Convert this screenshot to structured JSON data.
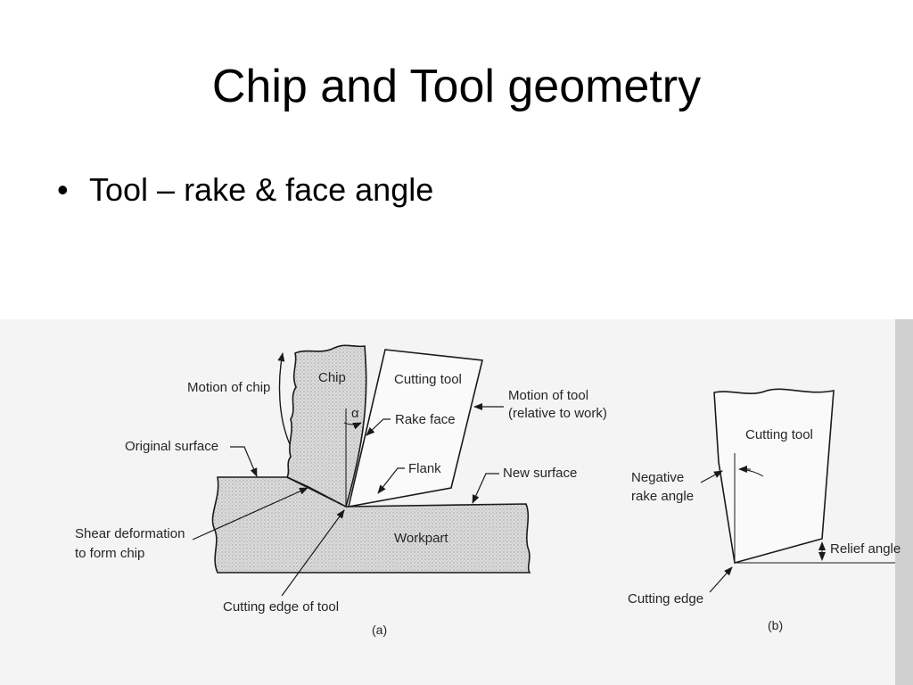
{
  "slide": {
    "title": "Chip and Tool geometry",
    "bullet": "Tool – rake & face angle"
  },
  "figure_a": {
    "chip": "Chip",
    "cutting_tool": "Cutting tool",
    "motion_of_chip": "Motion of chip",
    "alpha": "α",
    "rake_face": "Rake face",
    "motion_of_tool_1": "Motion of tool",
    "motion_of_tool_2": "(relative to work)",
    "original_surface": "Original surface",
    "flank": "Flank",
    "new_surface": "New surface",
    "shear_1": "Shear deformation",
    "shear_2": "to form chip",
    "workpart": "Workpart",
    "cutting_edge_of_tool": "Cutting edge of tool",
    "caption": "(a)"
  },
  "figure_b": {
    "cutting_tool": "Cutting tool",
    "negative_1": "Negative",
    "negative_2": "rake angle",
    "relief_angle": "Relief angle",
    "cutting_edge": "Cutting edge",
    "caption": "(b)"
  },
  "colors": {
    "figure_background": "#f4f4f4",
    "hatch_fill": "#d6d6d6",
    "line": "#1a1a1a"
  }
}
